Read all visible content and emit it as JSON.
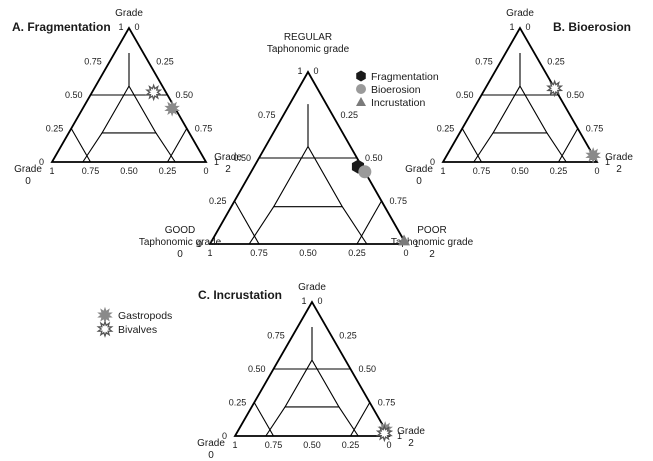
{
  "labels": {
    "grade": "Grade",
    "grade_0": "0",
    "grade_1": "1",
    "grade_2": "2",
    "t0": "0",
    "t025": "0.25",
    "t050": "0.50",
    "t075": "0.75",
    "t1": "1",
    "regular": "REGULAR",
    "good": "GOOD",
    "poor": "POOR",
    "taphonomic_grade": "Taphonomic grade"
  },
  "panels": {
    "a": {
      "title": "A. Fragmentation"
    },
    "b": {
      "title": "B. Bioerosion"
    },
    "c": {
      "title": "C. Incrustation"
    }
  },
  "legend_main": [
    {
      "label": "Fragmentation",
      "symbol": "hexagon",
      "color": "#1a1a1a"
    },
    {
      "label": "Bioerosion",
      "symbol": "circle",
      "color": "#9a9a9a"
    },
    {
      "label": "Incrustation",
      "symbol": "triangle",
      "color": "#7a7a7a"
    }
  ],
  "legend_taxa": [
    {
      "label": "Gastropods",
      "symbol": "star-filled",
      "color": "#8a8a8a"
    },
    {
      "label": "Bivalves",
      "symbol": "star-open",
      "color": "#555555"
    }
  ],
  "chart_data": [
    {
      "type": "scatter",
      "title": "",
      "axes": [
        "GOOD Taphonomic grade 0",
        "REGULAR Taphonomic grade 1",
        "POOR Taphonomic grade 2"
      ],
      "ticks": [
        "0",
        "0.25",
        "0.50",
        "0.75",
        "1"
      ],
      "series": [
        {
          "name": "Fragmentation",
          "points": [
            {
              "g0": 0.02,
              "g1": 0.45,
              "g2": 0.53
            }
          ]
        },
        {
          "name": "Bioerosion",
          "points": [
            {
              "g0": 0.0,
              "g1": 0.42,
              "g2": 0.58
            }
          ]
        },
        {
          "name": "Incrustation",
          "points": [
            {
              "g0": 0.0,
              "g1": 0.02,
              "g2": 0.98
            }
          ]
        }
      ]
    },
    {
      "type": "scatter",
      "title": "A. Fragmentation",
      "axes": [
        "Grade 0",
        "Grade 1",
        "Grade 2"
      ],
      "series": [
        {
          "name": "Gastropods",
          "points": [
            {
              "g0": 0.02,
              "g1": 0.4,
              "g2": 0.58
            }
          ]
        },
        {
          "name": "Bivalves",
          "points": [
            {
              "g0": 0.08,
              "g1": 0.52,
              "g2": 0.4
            }
          ]
        }
      ]
    },
    {
      "type": "scatter",
      "title": "B. Bioerosion",
      "axes": [
        "Grade 0",
        "Grade 1",
        "Grade 2"
      ],
      "series": [
        {
          "name": "Gastropods",
          "points": [
            {
              "g0": 0.0,
              "g1": 0.05,
              "g2": 0.95
            }
          ]
        },
        {
          "name": "Bivalves",
          "points": [
            {
              "g0": 0.0,
              "g1": 0.55,
              "g2": 0.45
            }
          ]
        }
      ]
    },
    {
      "type": "scatter",
      "title": "C. Incrustation",
      "axes": [
        "Grade 0",
        "Grade 1",
        "Grade 2"
      ],
      "series": [
        {
          "name": "Gastropods",
          "points": [
            {
              "g0": 0.0,
              "g1": 0.05,
              "g2": 0.95
            }
          ]
        },
        {
          "name": "Bivalves",
          "points": [
            {
              "g0": 0.02,
              "g1": 0.02,
              "g2": 0.96
            }
          ]
        }
      ]
    }
  ]
}
